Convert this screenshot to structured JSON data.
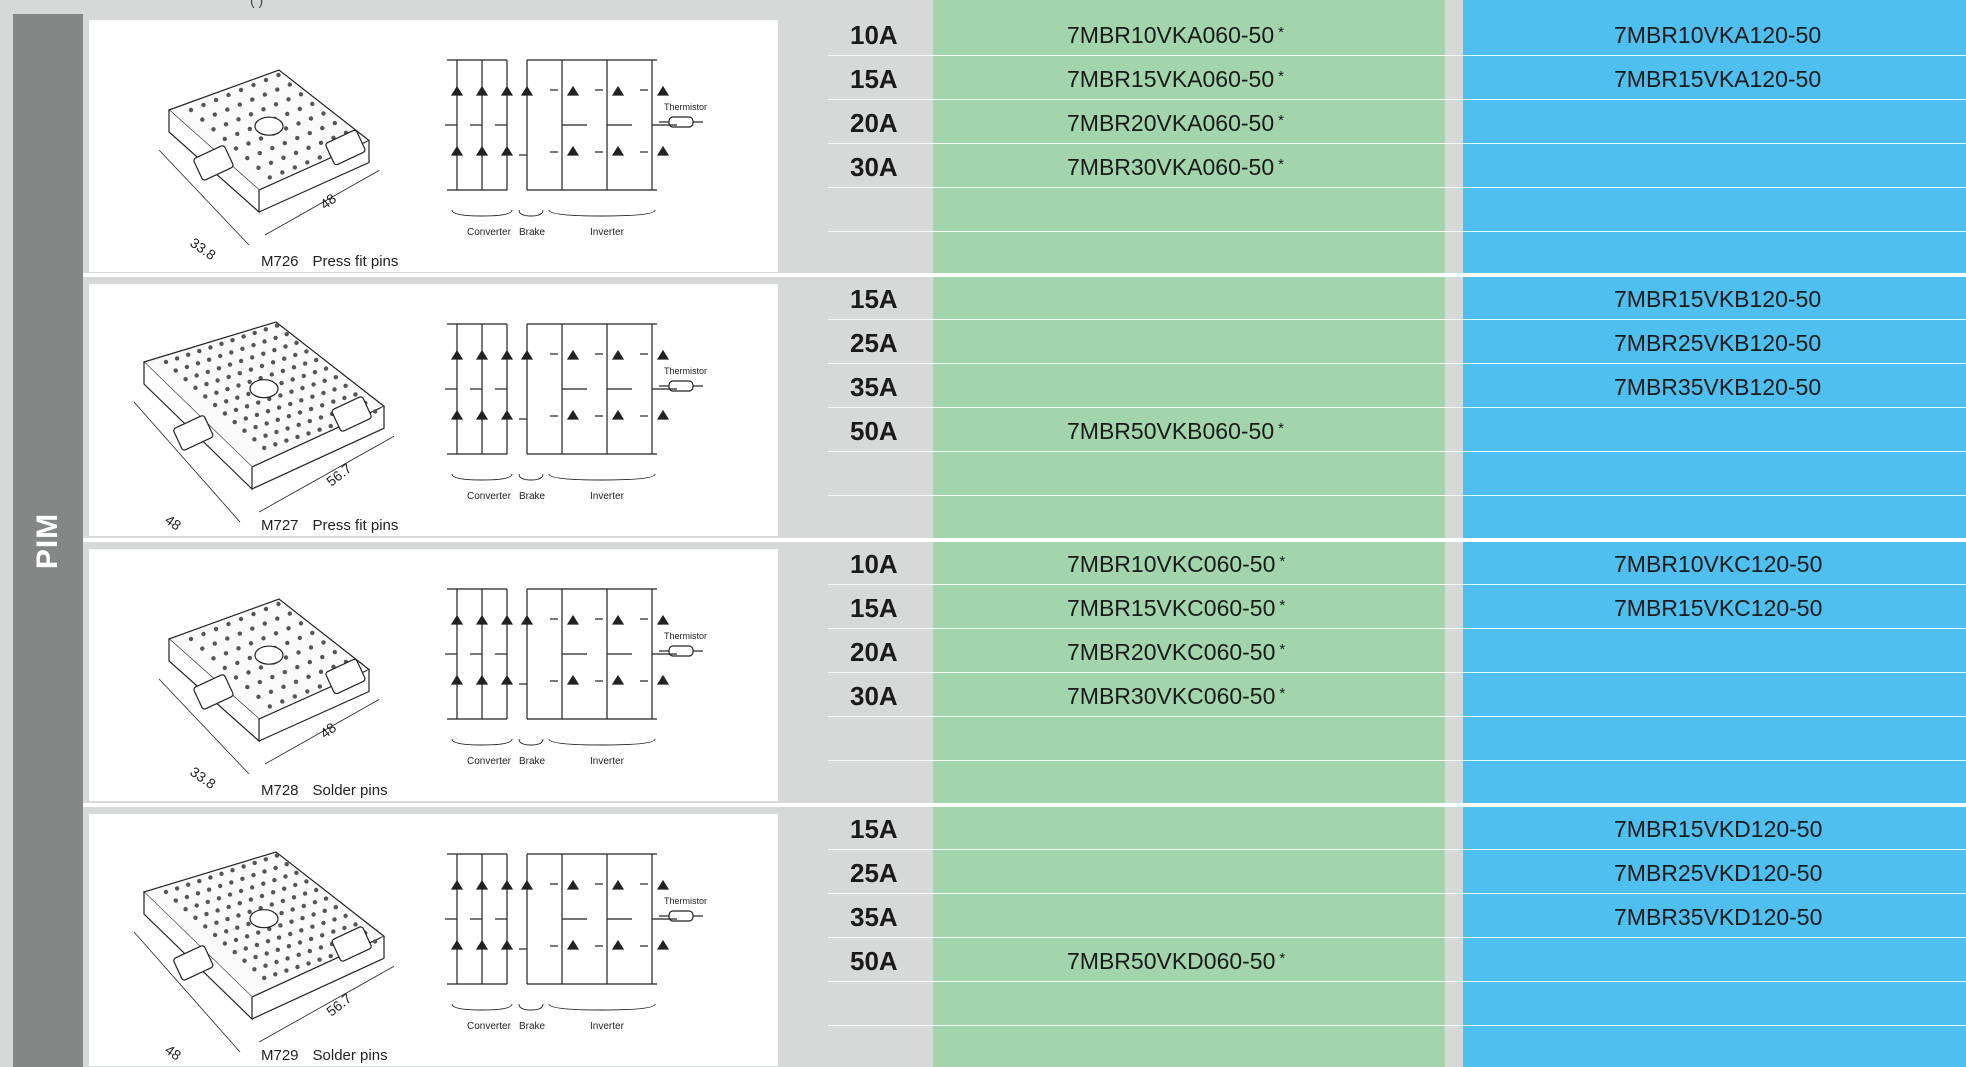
{
  "header": {
    "cut_text": "(                              )"
  },
  "side_label": "PIM",
  "groups": [
    {
      "code": "M726",
      "pins": "Press fit pins",
      "dims": [
        "33.8",
        "48"
      ],
      "circuit": {
        "converter": "Converter",
        "brake": "Brake",
        "inverter": "Inverter",
        "thermistor": "Thermistor"
      },
      "rows": [
        {
          "current": "10A",
          "v600": "7MBR10VKA060-50",
          "v600_note": "*",
          "v1200": "7MBR10VKA120-50"
        },
        {
          "current": "15A",
          "v600": "7MBR15VKA060-50",
          "v600_note": "*",
          "v1200": "7MBR15VKA120-50"
        },
        {
          "current": "20A",
          "v600": "7MBR20VKA060-50",
          "v600_note": "*",
          "v1200": ""
        },
        {
          "current": "30A",
          "v600": "7MBR30VKA060-50",
          "v600_note": "*",
          "v1200": ""
        }
      ]
    },
    {
      "code": "M727",
      "pins": "Press fit pins",
      "dims": [
        "48",
        "56.7"
      ],
      "circuit": {
        "converter": "Converter",
        "brake": "Brake",
        "inverter": "Inverter",
        "thermistor": "Thermistor"
      },
      "rows": [
        {
          "current": "15A",
          "v600": "",
          "v600_note": "",
          "v1200": "7MBR15VKB120-50"
        },
        {
          "current": "25A",
          "v600": "",
          "v600_note": "",
          "v1200": "7MBR25VKB120-50"
        },
        {
          "current": "35A",
          "v600": "",
          "v600_note": "",
          "v1200": "7MBR35VKB120-50"
        },
        {
          "current": "50A",
          "v600": "7MBR50VKB060-50",
          "v600_note": "*",
          "v1200": ""
        }
      ]
    },
    {
      "code": "M728",
      "pins": "Solder pins",
      "dims": [
        "33.8",
        "48"
      ],
      "circuit": {
        "converter": "Converter",
        "brake": "Brake",
        "inverter": "Inverter",
        "thermistor": "Thermistor"
      },
      "rows": [
        {
          "current": "10A",
          "v600": "7MBR10VKC060-50",
          "v600_note": "*",
          "v1200": "7MBR10VKC120-50"
        },
        {
          "current": "15A",
          "v600": "7MBR15VKC060-50",
          "v600_note": "*",
          "v1200": "7MBR15VKC120-50"
        },
        {
          "current": "20A",
          "v600": "7MBR20VKC060-50",
          "v600_note": "*",
          "v1200": ""
        },
        {
          "current": "30A",
          "v600": "7MBR30VKC060-50",
          "v600_note": "*",
          "v1200": ""
        }
      ]
    },
    {
      "code": "M729",
      "pins": "Solder pins",
      "dims": [
        "48",
        "56.7"
      ],
      "circuit": {
        "converter": "Converter",
        "brake": "Brake",
        "inverter": "Inverter",
        "thermistor": "Thermistor"
      },
      "rows": [
        {
          "current": "15A",
          "v600": "",
          "v600_note": "",
          "v1200": "7MBR15VKD120-50"
        },
        {
          "current": "25A",
          "v600": "",
          "v600_note": "",
          "v1200": "7MBR25VKD120-50"
        },
        {
          "current": "35A",
          "v600": "",
          "v600_note": "",
          "v1200": "7MBR35VKD120-50"
        },
        {
          "current": "50A",
          "v600": "7MBR50VKD060-50",
          "v600_note": "*",
          "v1200": ""
        }
      ]
    }
  ]
}
